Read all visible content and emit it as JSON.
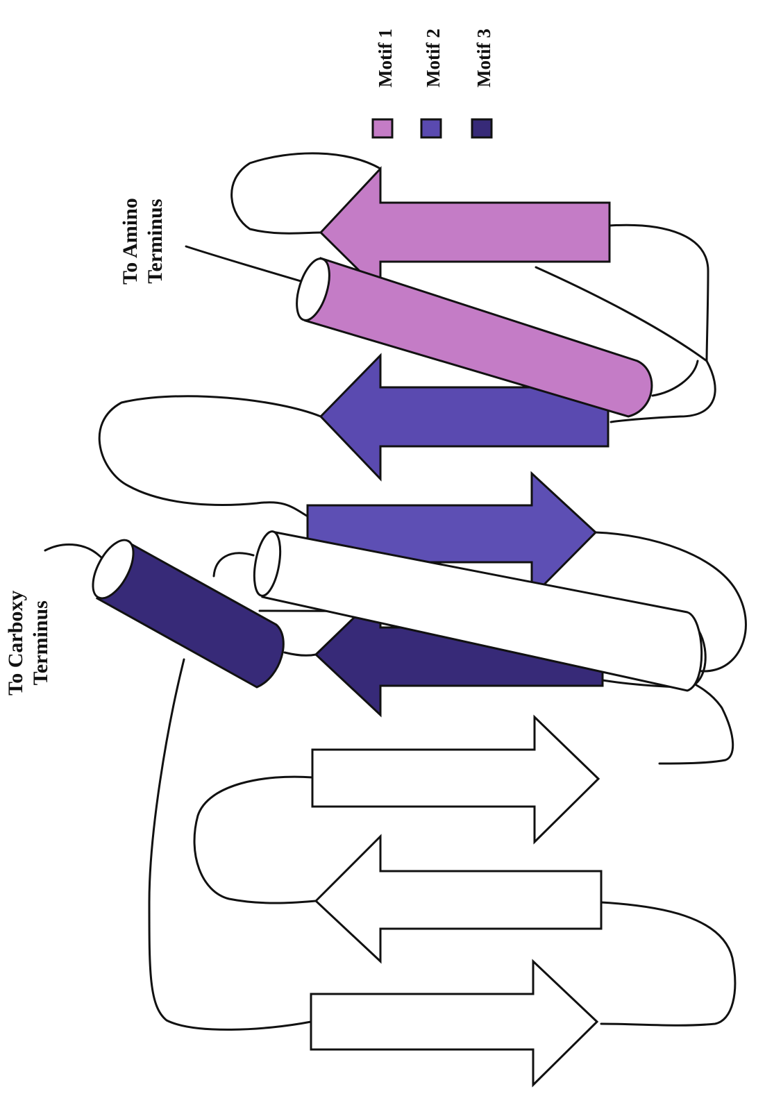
{
  "labels": {
    "amino_line1": "To Amino",
    "amino_line2": "Terminus",
    "carboxy_line1": "To Carboxy",
    "carboxy_line2": "Terminus"
  },
  "legend": [
    {
      "label": "Motif 1",
      "color": "#c47cc6"
    },
    {
      "label": "Motif 2",
      "color": "#5a4ab0"
    },
    {
      "label": "Motif 3",
      "color": "#372a78"
    }
  ],
  "colors": {
    "motif1": "#c47cc6",
    "motif2": "#5a4ab0",
    "motif3": "#372a78",
    "outline": "#111111",
    "uncolored": "#ffffff"
  },
  "elements": {
    "strands": [
      {
        "name": "strand-motif1",
        "motif": "motif1",
        "direction": "up"
      },
      {
        "name": "strand-motif2-upper",
        "motif": "motif2",
        "direction": "up"
      },
      {
        "name": "strand-motif2-lower",
        "motif": "motif2",
        "direction": "down"
      },
      {
        "name": "strand-motif3",
        "motif": "motif3",
        "direction": "up"
      },
      {
        "name": "strand-uncolored-1",
        "motif": "uncolored",
        "direction": "down"
      },
      {
        "name": "strand-uncolored-2",
        "motif": "uncolored",
        "direction": "up"
      },
      {
        "name": "strand-uncolored-3",
        "motif": "uncolored",
        "direction": "down"
      }
    ],
    "helices": [
      {
        "name": "helix-motif1",
        "motif": "motif1"
      },
      {
        "name": "helix-uncolored",
        "motif": "uncolored"
      },
      {
        "name": "helix-motif3",
        "motif": "motif3"
      }
    ]
  }
}
